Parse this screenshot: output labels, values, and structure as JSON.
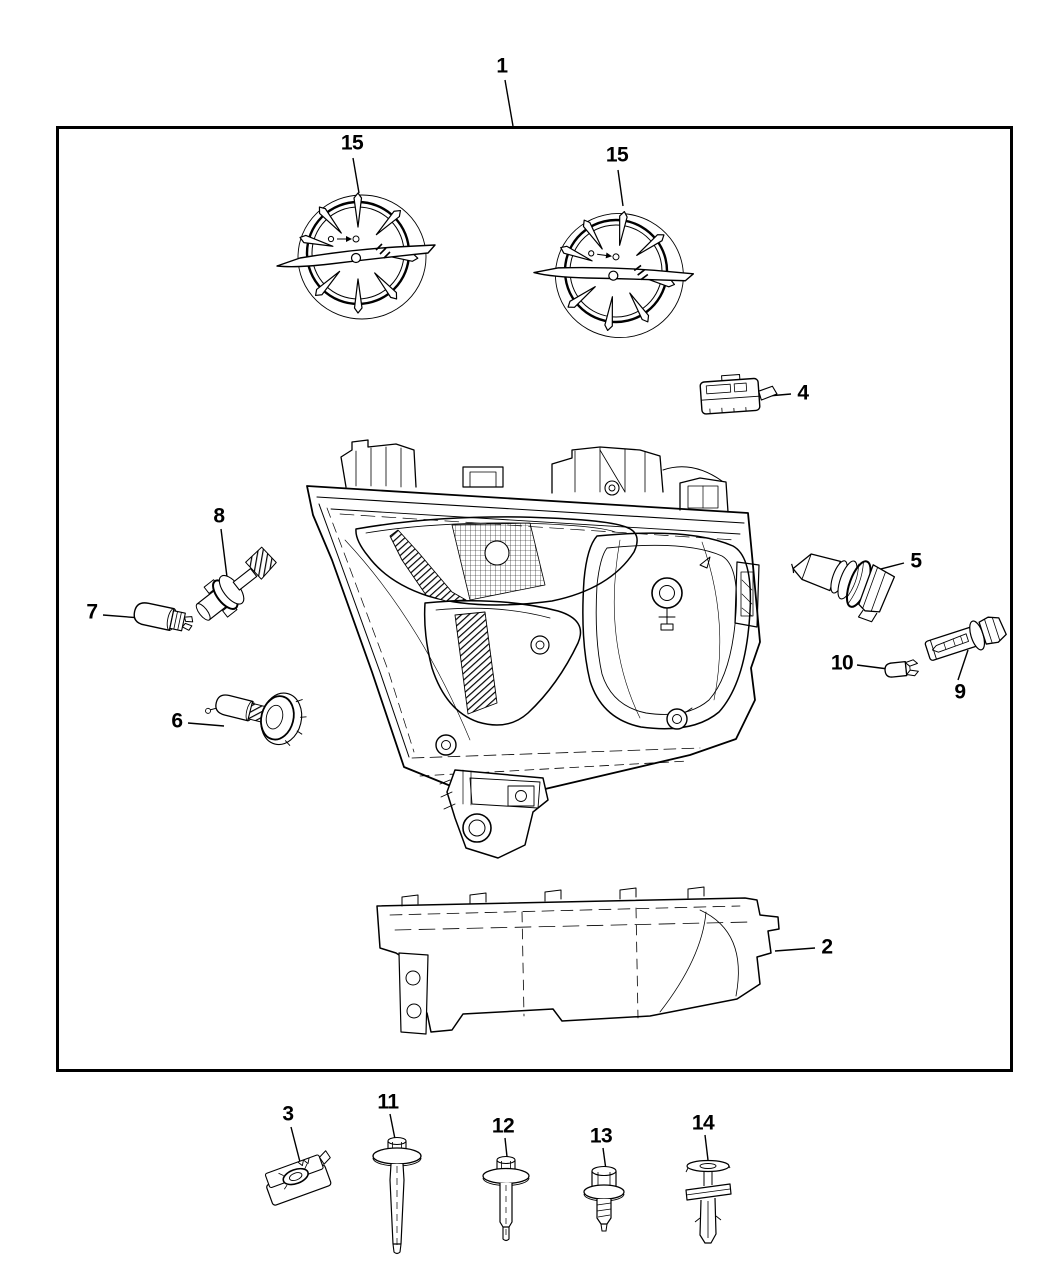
{
  "diagram": {
    "kind": "exploded-parts-line-diagram",
    "colors": {
      "line": "#000000",
      "background": "#ffffff"
    },
    "callouts": [
      {
        "label": "1"
      },
      {
        "label": "15"
      },
      {
        "label": "15"
      },
      {
        "label": "4"
      },
      {
        "label": "5"
      },
      {
        "label": "8"
      },
      {
        "label": "7"
      },
      {
        "label": "10"
      },
      {
        "label": "9"
      },
      {
        "label": "6"
      },
      {
        "label": "2"
      },
      {
        "label": "3"
      },
      {
        "label": "11"
      },
      {
        "label": "12"
      },
      {
        "label": "13"
      },
      {
        "label": "14"
      }
    ]
  }
}
